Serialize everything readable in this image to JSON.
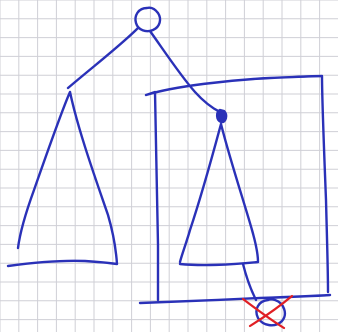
{
  "sketch": {
    "paper": "grid",
    "grid_color": "#cfcfd6",
    "ink_color": "#2a31b8",
    "mark_color": "#e01f24",
    "elements": [
      {
        "name": "root-node",
        "icon": "circle-node-icon"
      },
      {
        "name": "left-branch-edge",
        "icon": "line-icon"
      },
      {
        "name": "right-branch-edge",
        "icon": "line-icon"
      },
      {
        "name": "left-subtree-triangle",
        "icon": "triangle-icon"
      },
      {
        "name": "right-filled-node",
        "icon": "filled-dot-icon"
      },
      {
        "name": "right-subtree-triangle",
        "icon": "triangle-icon"
      },
      {
        "name": "enclosing-box",
        "icon": "rectangle-icon"
      },
      {
        "name": "bottom-node",
        "icon": "circle-node-icon"
      },
      {
        "name": "cross-out-mark",
        "icon": "red-x-icon"
      }
    ]
  }
}
